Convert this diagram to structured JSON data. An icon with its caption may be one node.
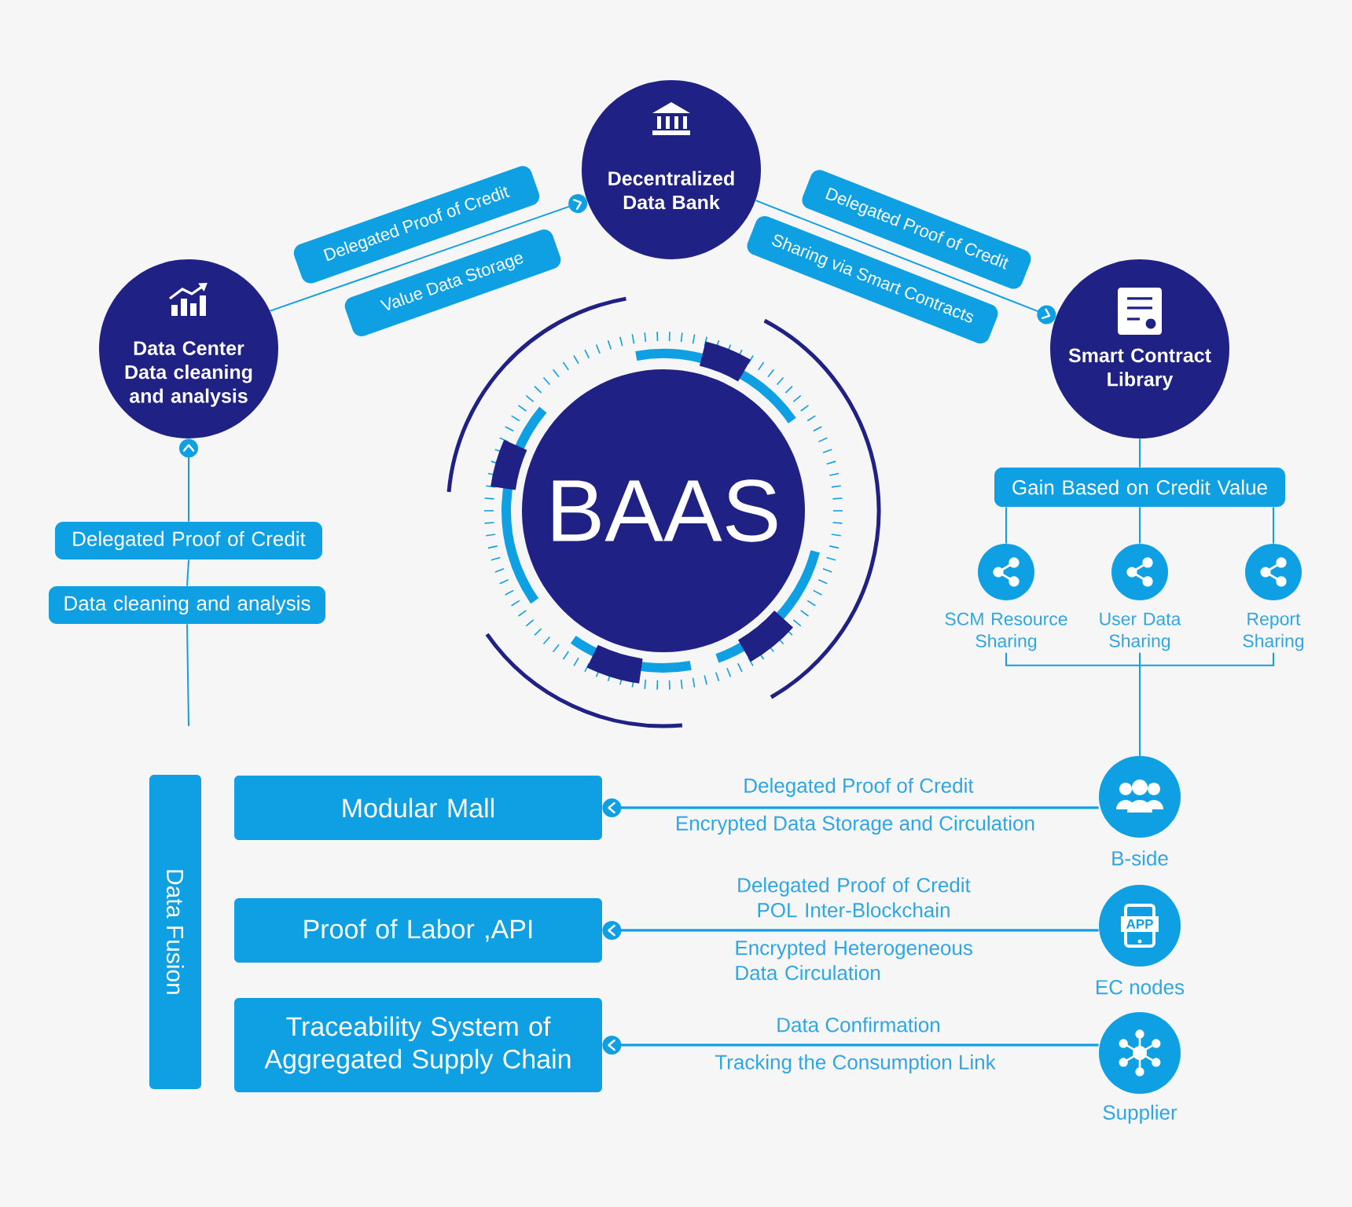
{
  "diagram": {
    "nodes": [
      {
        "text": [
          "BAAS"
        ]
      },
      {
        "text": [
          "Decentralized Data Bank"
        ]
      },
      {
        "text": [
          "Data Center",
          "Data cleaning and analysis"
        ]
      },
      {
        "text": [
          "Smart Contract Library"
        ]
      },
      {
        "text": [
          "Delegated Proof of Credit"
        ]
      },
      {
        "text": [
          "Value Data Storage"
        ]
      },
      {
        "text": [
          "Delegated Proof of Credit"
        ]
      },
      {
        "text": [
          "Sharing via Smart Contracts"
        ]
      },
      {
        "text": [
          "Delegated Proof of Credit"
        ]
      },
      {
        "text": [
          "Data cleaning and analysis"
        ]
      },
      {
        "text": [
          "Gain Based on Credit Value"
        ]
      },
      {
        "text": [
          "SCM Resource Sharing"
        ]
      },
      {
        "text": [
          "User Data Sharing"
        ]
      },
      {
        "text": [
          "Report Sharing"
        ]
      },
      {
        "text": [
          "Data Fusion"
        ]
      },
      {
        "text": [
          "Modular Mall"
        ]
      },
      {
        "text": [
          "Proof of Labor ,API"
        ]
      },
      {
        "text": [
          "Traceability System of Aggregated Supply Chain"
        ]
      },
      {
        "text": [
          "B-side"
        ]
      },
      {
        "text": [
          "EC nodes"
        ]
      },
      {
        "text": [
          "Supplier"
        ]
      }
    ],
    "edges": [
      {
        "from": 2,
        "to": 1,
        "arrow": "to"
      },
      {
        "from": 1,
        "to": 3,
        "arrow": "to"
      },
      {
        "from": 8,
        "to": 2,
        "arrow": "to"
      },
      {
        "from": 9,
        "to": 8,
        "arrow": "none"
      },
      {
        "from": null,
        "to": 9,
        "arrow": "none"
      },
      {
        "from": 3,
        "to": 10,
        "arrow": "none"
      },
      {
        "from": 10,
        "to": 11,
        "arrow": "none"
      },
      {
        "from": 10,
        "to": 12,
        "arrow": "none"
      },
      {
        "from": 10,
        "to": 13,
        "arrow": "none"
      },
      {
        "from": 11,
        "to": 18,
        "arrow": "none"
      },
      {
        "from": 12,
        "to": 18,
        "arrow": "none"
      },
      {
        "from": 13,
        "to": 18,
        "arrow": "none"
      },
      {
        "from": 18,
        "to": 15,
        "arrow": "to",
        "label": "Delegated Proof of Credit"
      },
      {
        "from": 19,
        "to": 16,
        "arrow": "to",
        "label": "Delegated Proof of Credit POL Inter-Blockchain"
      },
      {
        "from": 20,
        "to": 17,
        "arrow": "to",
        "label": "Data Confirmation"
      }
    ],
    "labels": [
      "Encrypted Data Storage and Circulation",
      "Encrypted Heterogeneous Data Circulation",
      "APP",
      "Tracking the Consumption Link"
    ]
  }
}
